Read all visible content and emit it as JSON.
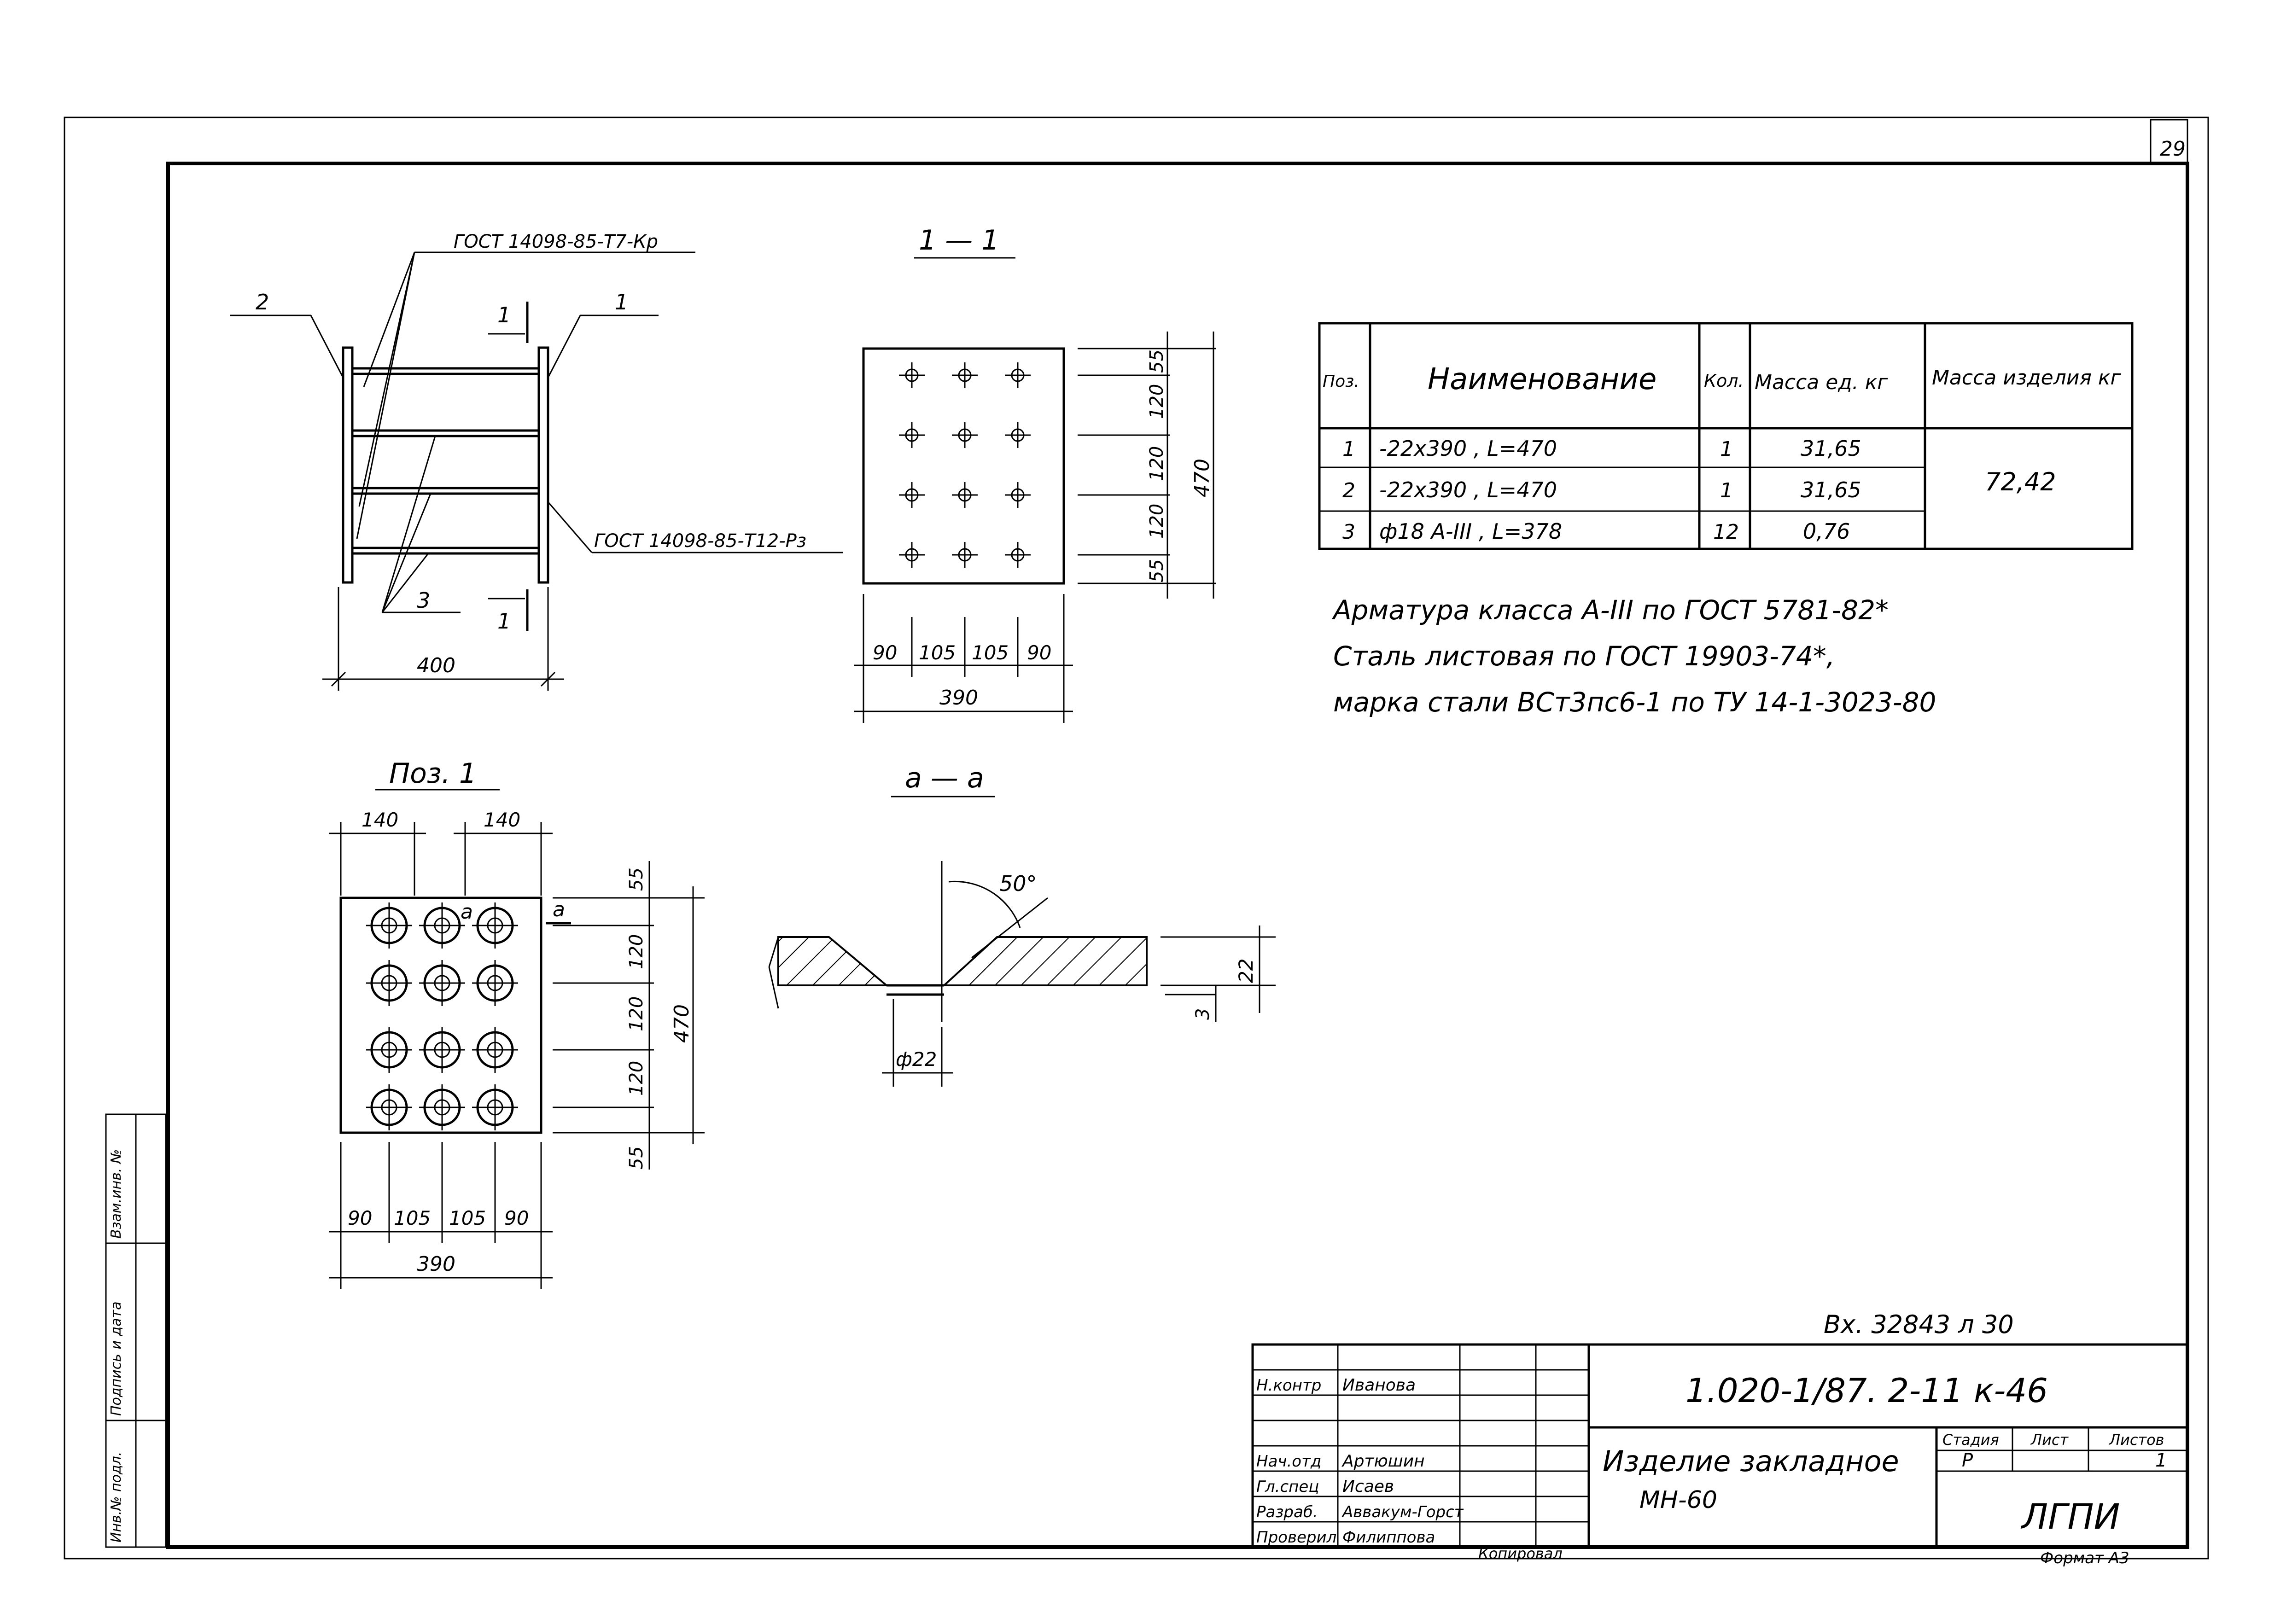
{
  "sheet": {
    "page_number": "29",
    "stamp_top": "Вх. 32843 л 30",
    "doc_code": "1.020-1/87. 2-11 к-46",
    "title_line1": "Изделие закладное",
    "title_line2": "МН-60",
    "org": "ЛГПИ",
    "stage_label": "Стадия",
    "sheet_label": "Лист",
    "sheets_label": "Листов",
    "stage_value": "Р",
    "sheets_value": "1",
    "format": "Формат А3",
    "copied": "Копировал"
  },
  "signatures": [
    {
      "role": "Н.контр",
      "name": "Иванова"
    },
    {
      "role": "Нач.отд",
      "name": "Артюшин"
    },
    {
      "role": "Гл.спец",
      "name": "Исаев"
    },
    {
      "role": "Разраб.",
      "name": "Аввакум-Горст"
    },
    {
      "role": "Проверил",
      "name": "Филиппова"
    }
  ],
  "left_stamp": [
    "Взам.инв. №",
    "Подпись и дата",
    "Инв.№ подл."
  ],
  "main_view": {
    "weld_top": "ГОСТ 14098-85-Т7-Кр",
    "weld_bottom": "ГОСТ 14098-85-Т12-Рз",
    "pos1": "1",
    "pos2": "2",
    "pos3": "3",
    "section_mark": "1",
    "width": "400"
  },
  "section_1_1": {
    "title": "1 — 1",
    "h_dims": [
      "90",
      "105",
      "105",
      "90"
    ],
    "h_total": "390",
    "v_dims": [
      "55",
      "120",
      "120",
      "120",
      "55"
    ],
    "v_total": "470"
  },
  "pos1_view": {
    "title": "Поз. 1",
    "top_dims": [
      "140",
      "140"
    ],
    "h_dims": [
      "90",
      "105",
      "105",
      "90"
    ],
    "h_total": "390",
    "v_dims": [
      "55",
      "120",
      "120",
      "120",
      "55"
    ],
    "v_total": "470",
    "section_label": "а"
  },
  "section_a_a": {
    "title": "а — а",
    "angle": "50°",
    "thickness": "22",
    "depth": "3",
    "diameter": "ф22"
  },
  "spec_table": {
    "headers": [
      "Поз.",
      "Наименование",
      "Кол.",
      "Масса ед. кг",
      "Масса изделия кг"
    ],
    "rows": [
      {
        "pos": "1",
        "name": "-22х390 , L=470",
        "qty": "1",
        "mass": "31,65"
      },
      {
        "pos": "2",
        "name": "-22х390 , L=470",
        "qty": "1",
        "mass": "31,65"
      },
      {
        "pos": "3",
        "name": "ф18 А-III , L=378",
        "qty": "12",
        "mass": "0,76"
      }
    ],
    "total_mass": "72,42"
  },
  "notes": [
    "Арматура класса А-III по ГОСТ 5781-82*",
    "Сталь листовая по ГОСТ 19903-74*,",
    "марка стали ВСт3пс6-1 по ТУ 14-1-3023-80"
  ]
}
